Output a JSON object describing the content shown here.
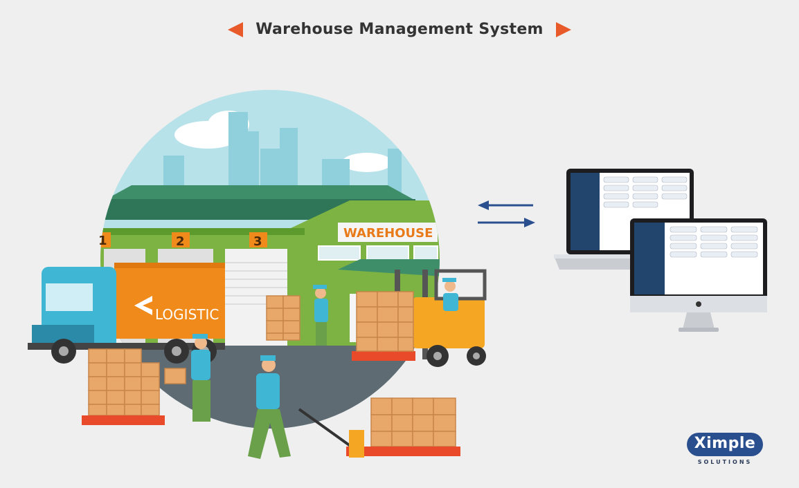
{
  "header": {
    "title": "Warehouse Management System"
  },
  "illustration": {
    "building_sign": "WAREHOUSE",
    "bay_numbers": [
      "1",
      "2",
      "3"
    ],
    "truck_brand": "LOGISTIC"
  },
  "logo": {
    "name": "Ximple",
    "tagline": "SOLUTIONS"
  },
  "colors": {
    "accent_orange": "#e85a2a",
    "arrow_blue": "#2a4f8f",
    "warehouse_green": "#7cb342",
    "truck_cyan": "#3fb6d3",
    "sky": "#b8e2ea",
    "brand_navy": "#2a4f8f"
  },
  "icons": [
    "arrow-left-icon",
    "arrow-right-icon",
    "sync-arrows-icon",
    "laptop-icon",
    "monitor-icon"
  ]
}
